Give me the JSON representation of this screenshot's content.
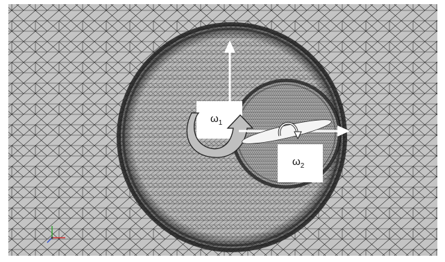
{
  "labels": {
    "omega1": {
      "symbol": "ω",
      "subscript": "1"
    },
    "omega2": {
      "symbol": "ω",
      "subscript": "2"
    }
  },
  "colors": {
    "background": "#c4c4c4",
    "mesh_line": "#1a1a1a",
    "arrow": "#ffffff",
    "label_box": "#ffffff",
    "curved_arrow": "#bfbfbf",
    "axis_x": "#d03030",
    "axis_y": "#2aa02a",
    "axis_z": "#3050d0"
  },
  "icons": [
    "rotation-arrow-icon",
    "axis-triad-icon"
  ]
}
